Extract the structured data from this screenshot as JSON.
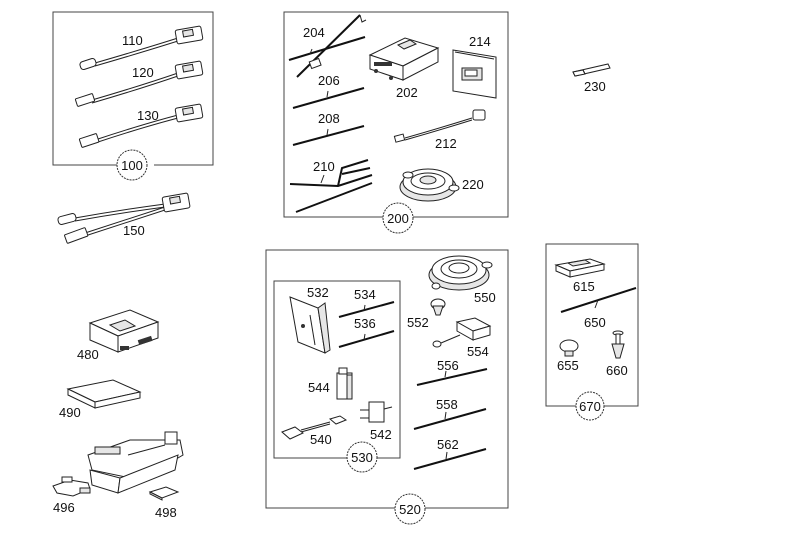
{
  "diagram": {
    "title": "Parts diagram",
    "groups": [
      {
        "id": "100",
        "label": "100",
        "parts": [
          "110",
          "120",
          "130"
        ]
      },
      {
        "id": "200",
        "label": "200",
        "parts": [
          "202",
          "204",
          "206",
          "208",
          "210",
          "212",
          "214",
          "220"
        ]
      },
      {
        "id": "520",
        "label": "520",
        "parts": [
          "530",
          "550",
          "552",
          "554",
          "556",
          "558",
          "562"
        ]
      },
      {
        "id": "530",
        "label": "530",
        "parts": [
          "532",
          "534",
          "536",
          "540",
          "542",
          "544"
        ]
      },
      {
        "id": "670",
        "label": "670",
        "parts": [
          "615",
          "650",
          "655",
          "660"
        ]
      }
    ],
    "parts": {
      "p110": "110",
      "p120": "120",
      "p130": "130",
      "p150": "150",
      "p202": "202",
      "p204": "204",
      "p206": "206",
      "p208": "208",
      "p210": "210",
      "p212": "212",
      "p214": "214",
      "p220": "220",
      "p230": "230",
      "p480": "480",
      "p490": "490",
      "p496": "496",
      "p498": "498",
      "p532": "532",
      "p534": "534",
      "p536": "536",
      "p540": "540",
      "p542": "542",
      "p544": "544",
      "p550": "550",
      "p552": "552",
      "p554": "554",
      "p556": "556",
      "p558": "558",
      "p562": "562",
      "p615": "615",
      "p650": "650",
      "p655": "655",
      "p660": "660"
    },
    "group_labels": {
      "g100": "100",
      "g200": "200",
      "g520": "520",
      "g530": "530",
      "g670": "670"
    }
  }
}
